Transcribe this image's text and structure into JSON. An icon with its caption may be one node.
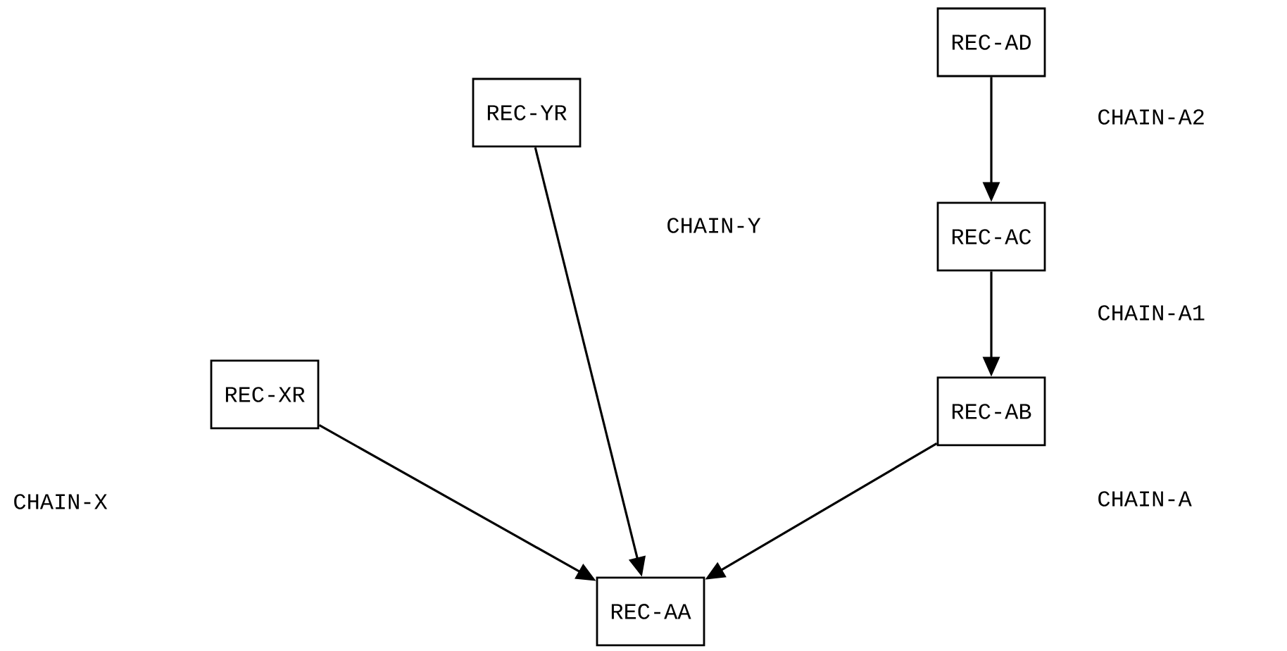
{
  "diagram": {
    "nodes": [
      {
        "text": [
          "REC-AD"
        ]
      },
      {
        "text": [
          "REC-YR"
        ]
      },
      {
        "text": [
          "REC-AC"
        ]
      },
      {
        "text": [
          "REC-XR"
        ]
      },
      {
        "text": [
          "REC-AB"
        ]
      },
      {
        "text": [
          "REC-AA"
        ]
      }
    ],
    "edges": [
      {
        "from": 0,
        "to": 2,
        "arrow": "to",
        "label": "CHAIN-A2"
      },
      {
        "from": 2,
        "to": 4,
        "arrow": "to",
        "label": "CHAIN-A1"
      },
      {
        "from": 4,
        "to": 5,
        "arrow": "to"
      },
      {
        "from": 1,
        "to": 5,
        "arrow": "to",
        "label": "CHAIN-Y"
      },
      {
        "from": 3,
        "to": 5,
        "arrow": "to"
      }
    ],
    "labels": [
      "CHAIN-X",
      "CHAIN-A"
    ]
  }
}
